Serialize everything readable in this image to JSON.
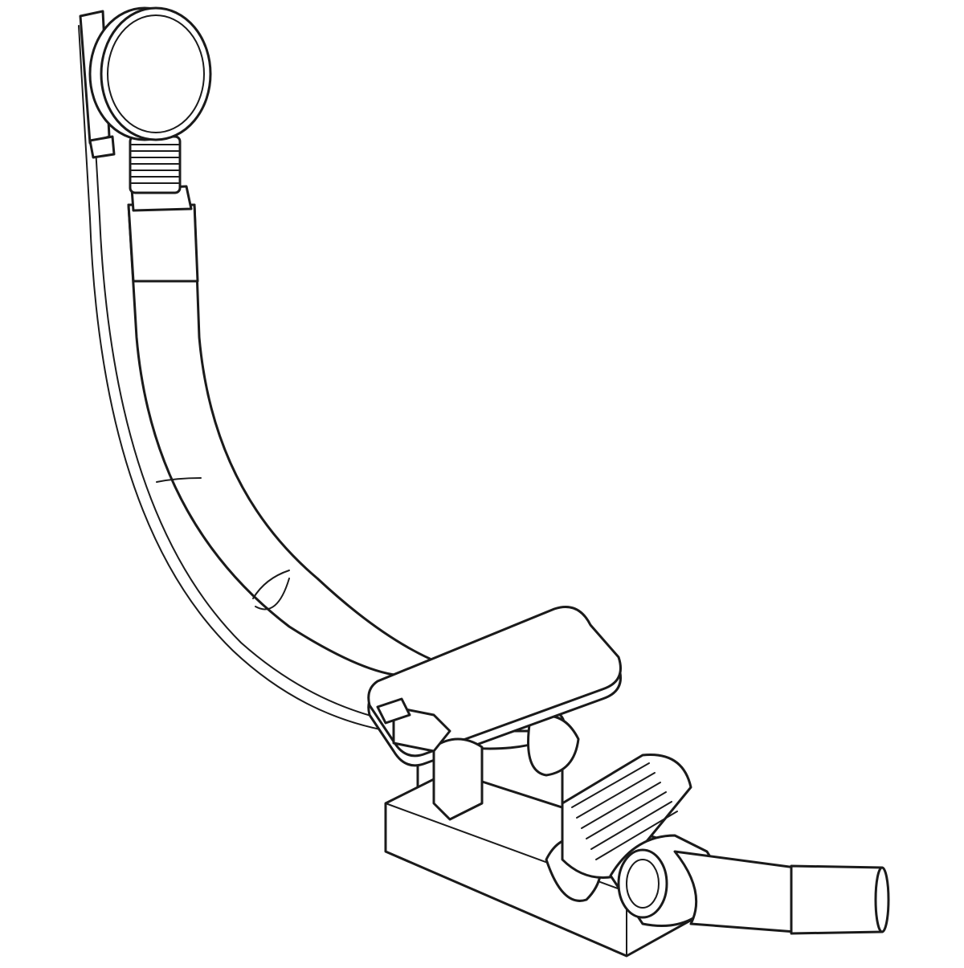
{
  "figure": {
    "subject": "bath-waste-overflow-set",
    "parts": [
      "overflow-cap",
      "overflow-connector",
      "flexible-hose",
      "bowden-cable",
      "plug-cover",
      "waste-body",
      "trap",
      "outlet-elbow",
      "outlet-pipe"
    ]
  },
  "colors": {
    "line": "#1a1a1a",
    "background": "#ffffff",
    "shadow": "#cfcfcf"
  }
}
